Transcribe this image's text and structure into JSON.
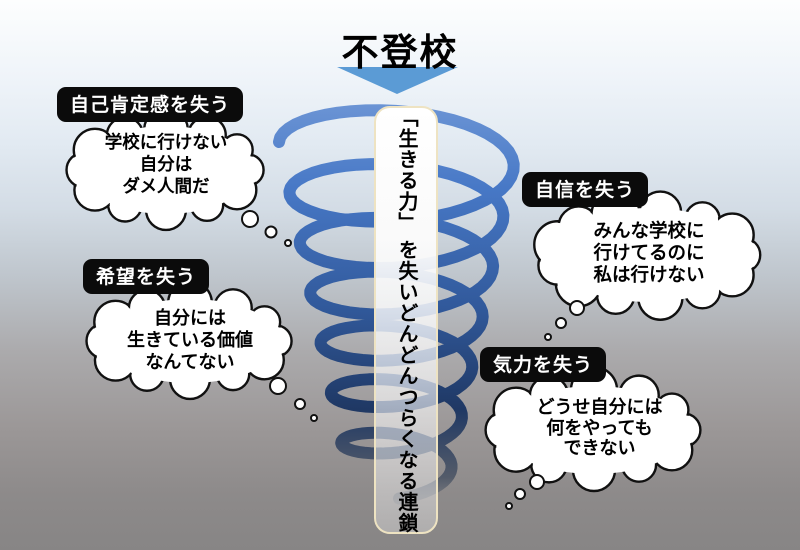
{
  "diagram": {
    "title": "不登校",
    "center_banner": "「生きる力」 を失いどんどんつらくなる連鎖"
  },
  "stages": [
    {
      "position": "top-left",
      "label": "自己肯定感を失う",
      "thought_lines": [
        "学校に行けない",
        "自分は",
        "ダメ人間だ"
      ]
    },
    {
      "position": "right-upper",
      "label": "自信を失う",
      "thought_lines": [
        "みんな学校に",
        "行けてるのに",
        "私は行けない"
      ]
    },
    {
      "position": "left-middle",
      "label": "希望を失う",
      "thought_lines": [
        "自分には",
        "生きている価値",
        "なんてない"
      ]
    },
    {
      "position": "right-lower",
      "label": "気力を失う",
      "thought_lines": [
        "どうせ自分には",
        "何をやっても",
        "できない"
      ]
    }
  ],
  "icons": {
    "down_arrow": "filled-triangle-pointing-down",
    "spiral": "downward-tightening-coil",
    "thought_bubble": "cloud-with-trailing-dots"
  },
  "colors": {
    "arrow_blue": "#5b9bd5",
    "spiral_top_blue": "#6f97d6",
    "spiral_mid_blue": "#4472c4",
    "spiral_deep_navy": "#1f3864",
    "spiral_fade_gray": "#8a8a8a",
    "label_background": "#0b0b0b",
    "label_text": "#ffffff",
    "banner_border": "#eee3c2",
    "bubble_fill": "#ffffff",
    "bubble_outline": "#111111",
    "background_top": "#fdfefe",
    "background_bottom": "#878585"
  }
}
